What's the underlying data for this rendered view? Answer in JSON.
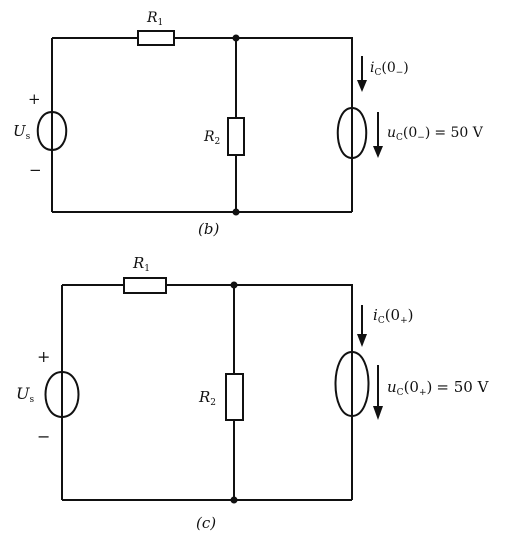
{
  "circuits": [
    {
      "caption": "(b)",
      "r1": {
        "main": "R",
        "sub": "1"
      },
      "r2": {
        "main": "R",
        "sub": "2"
      },
      "source_left": {
        "main": "U",
        "sub": "s",
        "plus": "+",
        "minus": "−"
      },
      "current": {
        "main": "i",
        "sub": "C",
        "arg": "(0",
        "argsub": "−",
        "close": ")"
      },
      "voltage": {
        "main": "u",
        "sub": "C",
        "arg": "(0",
        "argsub": "−",
        "close": ")",
        "value": "= 50 V"
      }
    },
    {
      "caption": "(c)",
      "r1": {
        "main": "R",
        "sub": "1"
      },
      "r2": {
        "main": "R",
        "sub": "2"
      },
      "source_left": {
        "main": "U",
        "sub": "s",
        "plus": "+",
        "minus": "−"
      },
      "current": {
        "main": "i",
        "sub": "C",
        "arg": "(0",
        "argsub": "+",
        "close": ")"
      },
      "voltage": {
        "main": "u",
        "sub": "C",
        "arg": "(0",
        "argsub": "+",
        "close": ")",
        "value": "= 50 V"
      }
    }
  ]
}
